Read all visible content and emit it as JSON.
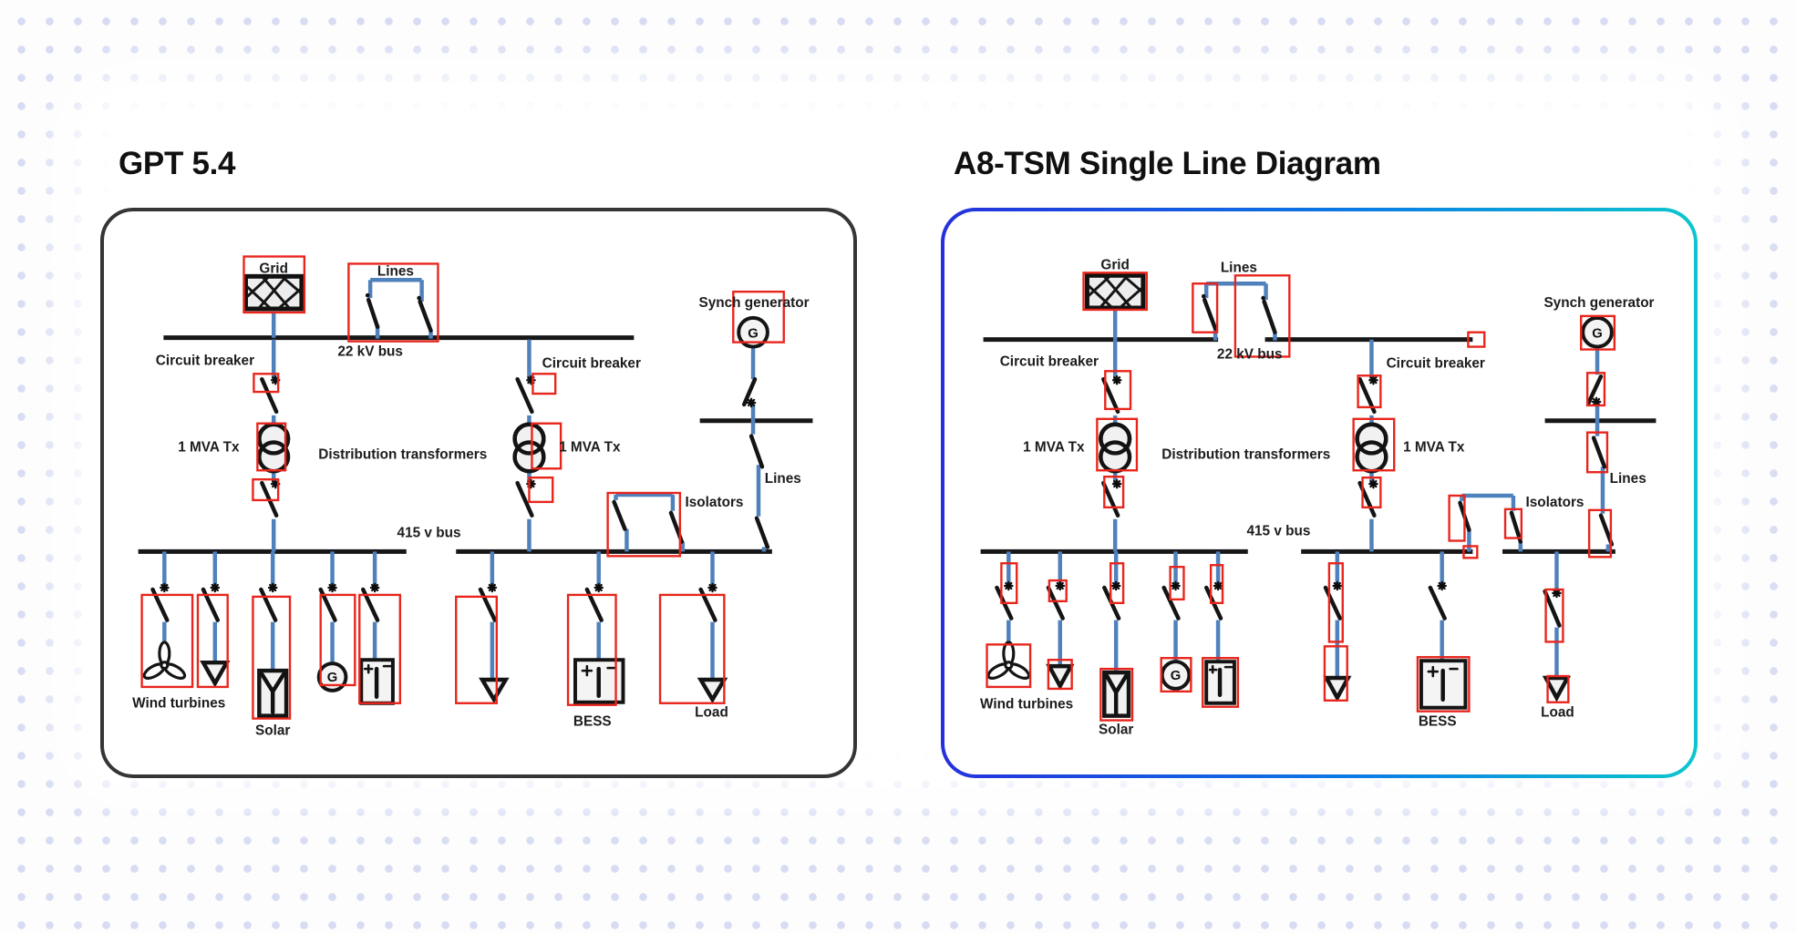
{
  "page": {
    "background_dot_color": "#d7dcf3",
    "conductor_color": "#4f81bd",
    "bus_color": "#171717",
    "annotation_color": "#e8251c"
  },
  "panels": {
    "left": {
      "title": "GPT 5.4",
      "border_color": "#353535",
      "labels": {
        "grid": "Grid",
        "lines_top": "Lines",
        "bus_22kv": "22 kV bus",
        "breaker_left": "Circuit breaker",
        "breaker_right": "Circuit breaker",
        "tx_left": "1 MVA Tx",
        "tx_right": "1 MVA Tx",
        "distribution": "Distribution transformers",
        "synch_generator": "Synch generator",
        "lines_right": "Lines",
        "isolators": "Isolators",
        "bus_415": "415 v bus",
        "wind_turbines": "Wind turbines",
        "solar": "Solar",
        "bess": "BESS",
        "load": "Load",
        "gen_letter": "G"
      }
    },
    "right": {
      "title": "A8-TSM Single Line Diagram",
      "border_gradient": [
        "#2430dd",
        "#0b7be4",
        "#0cc6cd"
      ],
      "labels": {
        "grid": "Grid",
        "lines_top": "Lines",
        "bus_22kv": "22 kV bus",
        "breaker_left": "Circuit breaker",
        "breaker_right": "Circuit breaker",
        "tx_left": "1 MVA Tx",
        "tx_right": "1 MVA Tx",
        "distribution": "Distribution transformers",
        "synch_generator": "Synch generator",
        "lines_right": "Lines",
        "isolators": "Isolators",
        "bus_415": "415 v bus",
        "wind_turbines": "Wind turbines",
        "solar": "Solar",
        "bess": "BESS",
        "load": "Load",
        "gen_letter": "G"
      }
    }
  }
}
